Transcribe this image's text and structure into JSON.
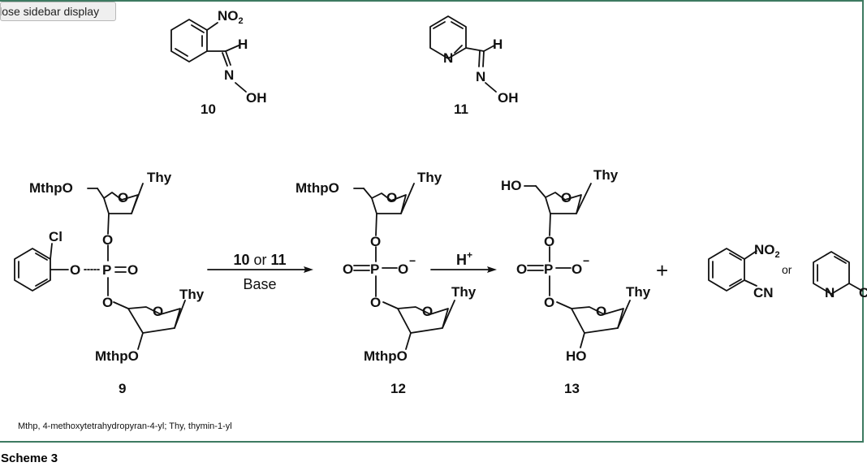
{
  "tooltip": "Close sidebar display",
  "caption": "Scheme 3",
  "footnote": "Mthp, 4-methoxytetrahydropyran-4-yl; Thy, thymin-1-yl",
  "compounds": {
    "c10": {
      "label": "10",
      "no2": "NO",
      "no2_sub": "2",
      "h": "H",
      "n": "N",
      "oh": "OH"
    },
    "c11": {
      "label": "11",
      "ring_n": "N",
      "h": "H",
      "n": "N",
      "oh": "OH"
    },
    "c9": {
      "label": "9",
      "mthpo_top": "MthpO",
      "thy_top": "Thy",
      "ring_o_top": "O",
      "cl": "Cl",
      "o_link": "O",
      "o_bridge_top": "O",
      "p": "P",
      "o_dbl": "O",
      "o_bridge_bot": "O",
      "ring_o_bot": "O",
      "thy_bot": "Thy",
      "mthpo_bot": "MthpO"
    },
    "c12": {
      "label": "12",
      "mthpo_top": "MthpO",
      "thy_top": "Thy",
      "ring_o_top": "O",
      "o_bridge_top": "O",
      "o_left": "O",
      "p": "P",
      "o_right": "O",
      "minus": "−",
      "o_bridge_bot": "O",
      "ring_o_bot": "O",
      "thy_bot": "Thy",
      "mthpo_bot": "MthpO"
    },
    "c13": {
      "label": "13",
      "ho_top": "HO",
      "thy_top": "Thy",
      "ring_o_top": "O",
      "o_bridge_top": "O",
      "o_left": "O",
      "p": "P",
      "o_right": "O",
      "minus": "−",
      "o_bridge_bot": "O",
      "ring_o_bot": "O",
      "thy_bot": "Thy",
      "ho_bot": "HO"
    }
  },
  "arrow1": {
    "reagent_a": "10",
    "or_text": " or ",
    "reagent_b": "11",
    "reagent2": "Base"
  },
  "arrow2": {
    "reagent": "H",
    "charge": "+"
  },
  "products": {
    "plus": "+",
    "no2": "NO",
    "no2_sub": "2",
    "cn": "CN",
    "or_text": "or",
    "ring_n": "N",
    "c_partial": "C"
  }
}
